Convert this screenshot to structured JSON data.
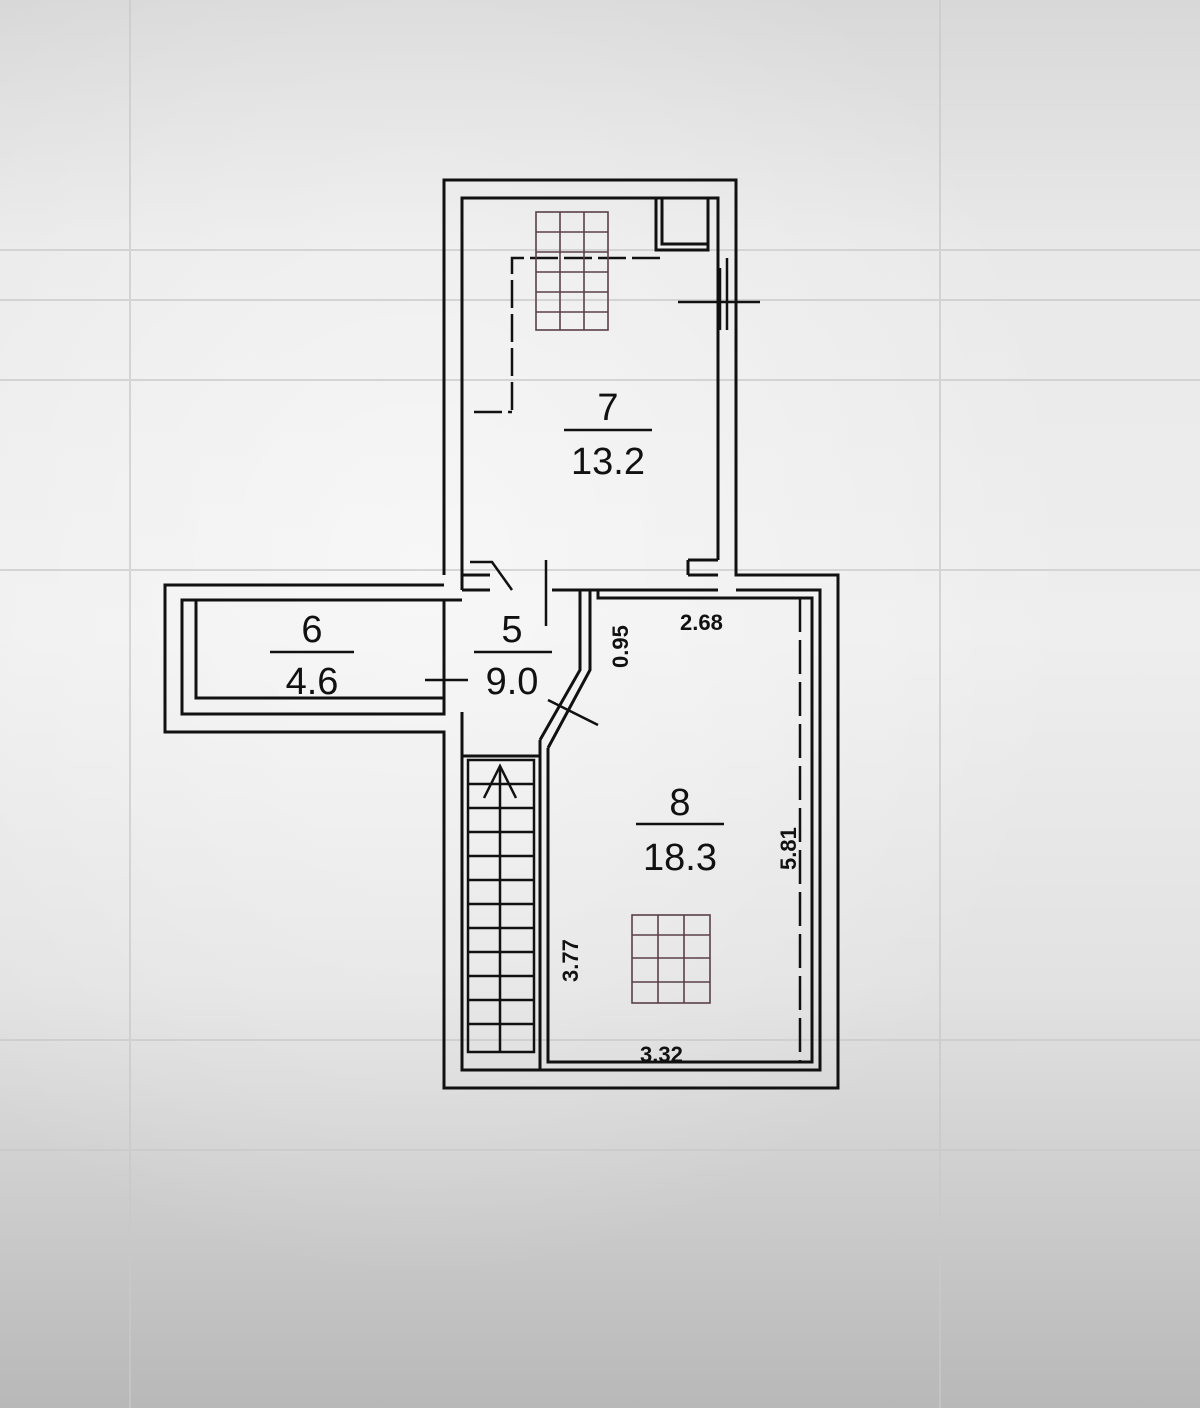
{
  "rooms": [
    {
      "number": "7",
      "area": "13.2"
    },
    {
      "number": "6",
      "area": "4.6"
    },
    {
      "number": "5",
      "area": "9.0"
    },
    {
      "number": "8",
      "area": "18.3"
    }
  ],
  "dimensions": {
    "d1": "0.95",
    "d2": "2.68",
    "d3": "5.81",
    "d4": "3.77",
    "d5": "3.32"
  }
}
